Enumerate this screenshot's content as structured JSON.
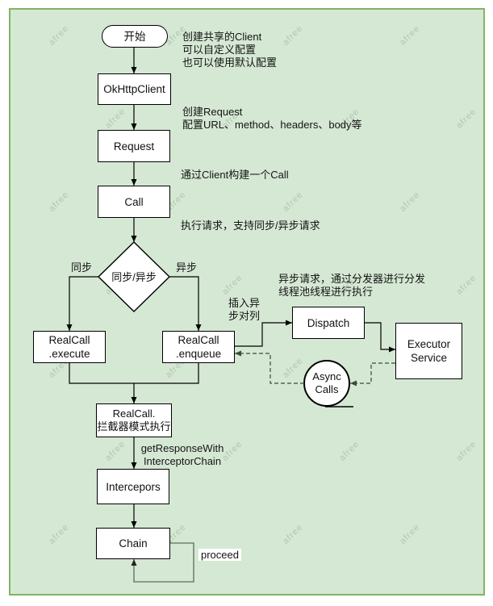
{
  "watermark": {
    "text": "afree"
  },
  "colors": {
    "canvas_bg": "#ffffff",
    "panel_bg": "#d5e8d4",
    "panel_border": "#82b366",
    "node_fill": "#ffffff",
    "node_border": "#000000",
    "arrow": "#000000",
    "dashed": "#3a4b3a",
    "loop": "#5b6e5b"
  },
  "nodes": {
    "start": {
      "label": "开始"
    },
    "okhttpclient": {
      "label": "OkHttpClient"
    },
    "request": {
      "label": "Request"
    },
    "call": {
      "label": "Call"
    },
    "decision": {
      "label": "同步/异步"
    },
    "realcall_execute": {
      "line1": "RealCall",
      "line2": ".execute"
    },
    "realcall_enqueue": {
      "line1": "RealCall",
      "line2": ".enqueue"
    },
    "dispatch": {
      "label": "Dispatch"
    },
    "executor_service": {
      "line1": "Executor",
      "line2": "Service"
    },
    "async_calls": {
      "line1": "Async",
      "line2": "Calls"
    },
    "realcall_interceptor": {
      "line1": "RealCall.",
      "line2": "拦截器模式执行"
    },
    "intercepors": {
      "label": "Intercepors"
    },
    "chain": {
      "label": "Chain"
    }
  },
  "edge_labels": {
    "sync": "同步",
    "async": "异步",
    "proceed": "proceed"
  },
  "annotations": {
    "create_client": [
      "创建共享的Client",
      "可以自定义配置",
      "也可以使用默认配置"
    ],
    "create_request": [
      "创建Request",
      "配置URL、method、headers、body等"
    ],
    "build_call": "通过Client构建一个Call",
    "run_request": "执行请求，支持同步/异步请求",
    "async_dispatch": [
      "异步请求，通过分发器进行分发",
      "线程池线程进行执行"
    ],
    "insert_queue": [
      "插入异",
      "步对列"
    ],
    "get_response": [
      "getResponseWith",
      "InterceptorChain"
    ]
  }
}
